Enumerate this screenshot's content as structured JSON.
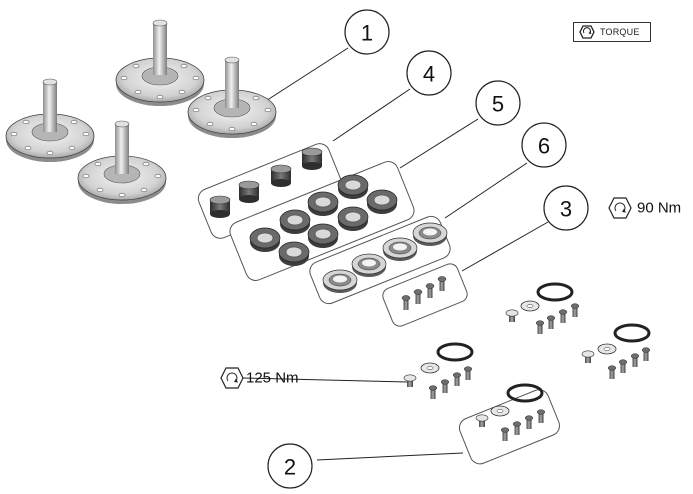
{
  "legend": {
    "icon": "torque-wrench-hexagon-icon",
    "label": "TORQUE"
  },
  "callouts": {
    "c1": "1",
    "c2": "2",
    "c3": "3",
    "c4": "4",
    "c5": "5",
    "c6": "6"
  },
  "torque_values": {
    "upper": "90 Nm",
    "lower": "125 Nm"
  },
  "colors": {
    "line": "#222222",
    "metal": "#c8c8c8",
    "bearing_dark": "#555555",
    "cap_dark": "#4a4a4a"
  }
}
